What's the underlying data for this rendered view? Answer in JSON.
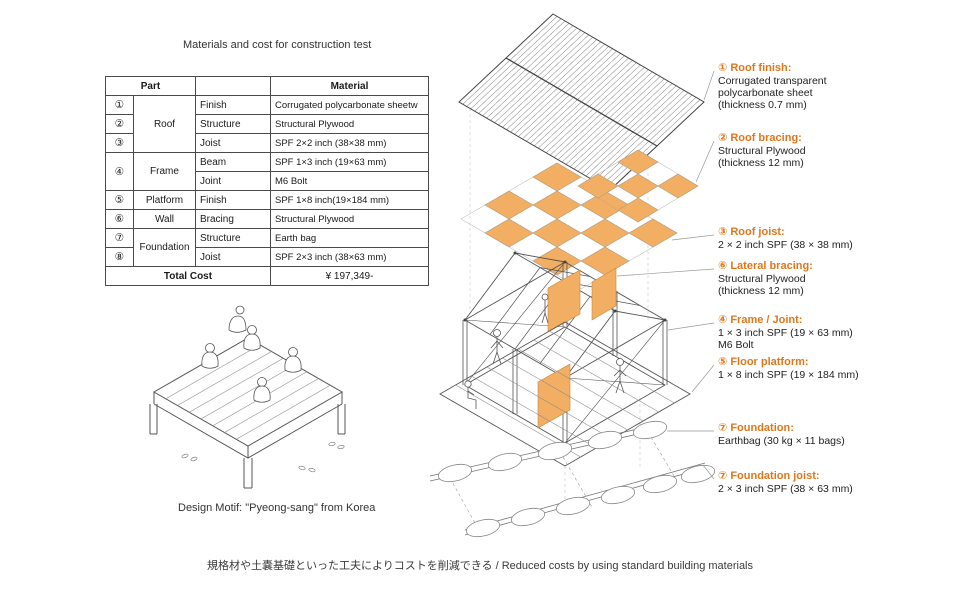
{
  "colors": {
    "accent_orange": "#E2761B",
    "panel_orange": "#F2AE63"
  },
  "table": {
    "title": "Materials and cost for construction test",
    "header": {
      "part": "Part",
      "material": "Material"
    },
    "rows": {
      "r1": {
        "num": "①",
        "part": "Roof",
        "sub": "Finish",
        "mat": "Corrugated polycarbonate sheetw"
      },
      "r2": {
        "num": "②",
        "sub": "Structure",
        "mat": "Structural Plywood"
      },
      "r3": {
        "num": "③",
        "sub": "Joist",
        "mat": "SPF 2×2 inch (38×38 mm)"
      },
      "r4": {
        "num": "④",
        "part": "Frame",
        "sub": "Beam",
        "mat": "SPF 1×3 inch (19×63 mm)"
      },
      "r5": {
        "sub": "Joint",
        "mat": "M6 Bolt"
      },
      "r6": {
        "num": "⑤",
        "part": "Platform",
        "sub": "Finish",
        "mat": "SPF 1×8 inch(19×184 mm)"
      },
      "r7": {
        "num": "⑥",
        "part": "Wall",
        "sub": "Bracing",
        "mat": "Structural Plywood"
      },
      "r8": {
        "num": "⑦",
        "part": "Foundation",
        "sub": "Structure",
        "mat": "Earth bag"
      },
      "r9": {
        "num": "⑧",
        "sub": "Joist",
        "mat": "SPF 2×3 inch (38×63 mm)"
      },
      "total": {
        "label": "Total Cost",
        "value": "¥ 197,349-"
      }
    }
  },
  "callouts": [
    {
      "num": "①",
      "title": "Roof finish:",
      "lines": [
        "Corrugated transparent",
        "polycarbonate sheet",
        "(thickness 0.7 mm)"
      ]
    },
    {
      "num": "②",
      "title": "Roof bracing:",
      "lines": [
        "Structural Plywood",
        "(thickness 12 mm)"
      ]
    },
    {
      "num": "③",
      "title": "Roof joist:",
      "lines": [
        "2 × 2 inch SPF (38 × 38 mm)"
      ]
    },
    {
      "num": "⑥",
      "title": "Lateral bracing:",
      "lines": [
        "Structural Plywood",
        "(thickness 12 mm)"
      ]
    },
    {
      "num": "④",
      "title": "Frame / Joint:",
      "lines": [
        "1 × 3 inch SPF (19 × 63 mm)",
        "M6 Bolt"
      ]
    },
    {
      "num": "⑤",
      "title": "Floor platform:",
      "lines": [
        "1 × 8 inch SPF (19 × 184 mm)"
      ]
    },
    {
      "num": "⑦",
      "title": "Foundation:",
      "lines": [
        "Earthbag (30 kg × 11 bags)"
      ]
    },
    {
      "num": "⑦",
      "title": "Foundation joist:",
      "lines": [
        "2 × 3 inch SPF (38 × 63 mm)"
      ]
    }
  ],
  "captions": {
    "motif": "Design Motif: \"Pyeong-sang\" from Korea",
    "bottom": "規格材や土嚢基礎といった工夫によりコストを削減できる / Reduced costs by using standard building materials"
  }
}
